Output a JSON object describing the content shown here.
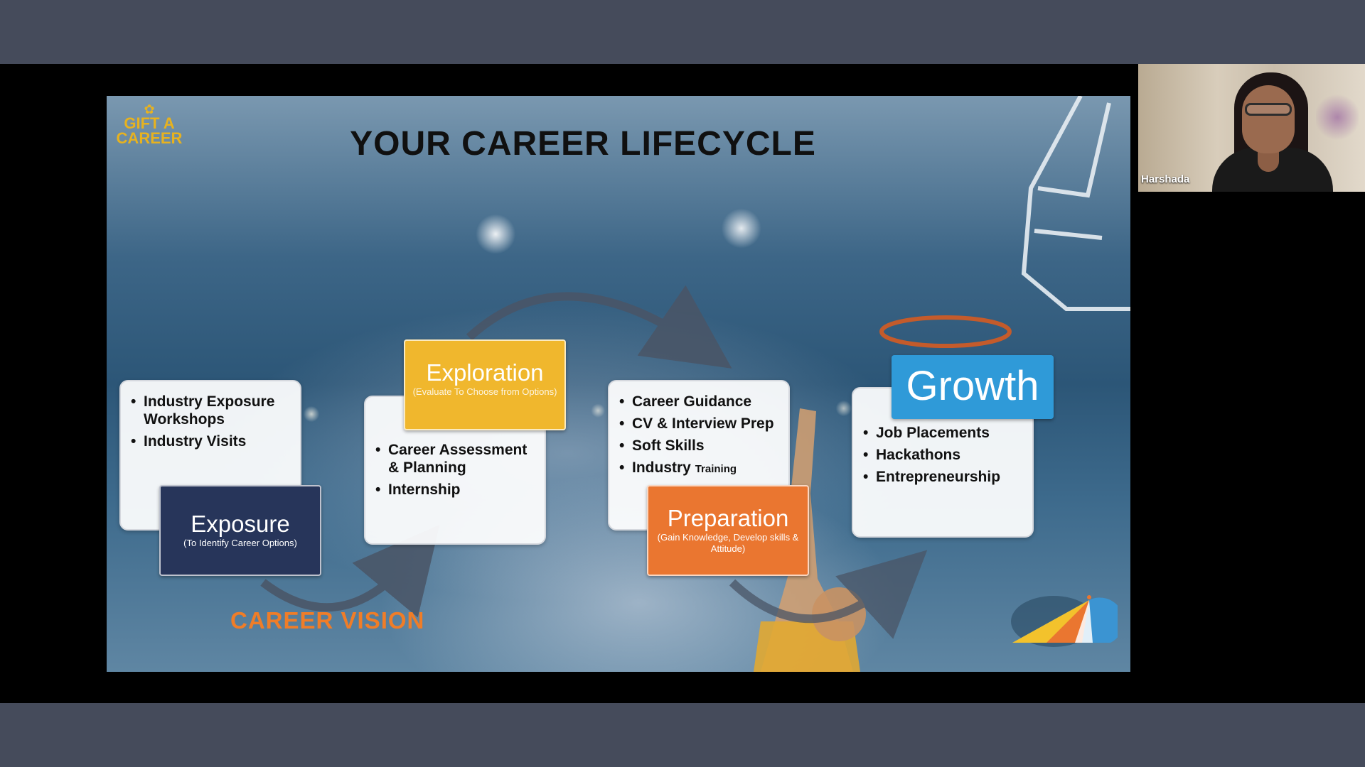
{
  "slide": {
    "logo_text": "GIFT A CAREER",
    "title": "YOUR CAREER LIFECYCLE",
    "footer_label": "CAREER VISION",
    "cards": [
      {
        "items": [
          {
            "text": "Industry Exposure Workshops"
          },
          {
            "text": "Industry Visits"
          }
        ]
      },
      {
        "items": [
          {
            "text": "Career Assessment & Planning"
          },
          {
            "text": "Internship"
          }
        ]
      },
      {
        "items": [
          {
            "text": "Career Guidance"
          },
          {
            "text": "CV & Interview Prep"
          },
          {
            "text": "Soft Skills"
          },
          {
            "text": "Industry",
            "small": "Training"
          }
        ]
      },
      {
        "items": [
          {
            "text": "Job Placements"
          },
          {
            "text": "Hackathons"
          },
          {
            "text": "Entrepreneurship"
          }
        ]
      }
    ],
    "stages": [
      {
        "name": "Exposure",
        "sub": "(To Identify Career Options)",
        "color": "#27355a"
      },
      {
        "name": "Exploration",
        "sub": "(Evaluate To Choose from Options)",
        "color": "#f0b72d"
      },
      {
        "name": "Preparation",
        "sub": "(Gain Knowledge, Develop skills & Attitude)",
        "color": "#ea7630"
      },
      {
        "name": "Growth",
        "sub": "",
        "color": "#2f9ad8"
      }
    ]
  },
  "video": {
    "participant_name": "Harshada"
  },
  "colors": {
    "accent_orange": "#ef7d28",
    "logo_gold": "#e7b21f",
    "chrome_bg": "#454b5b"
  }
}
